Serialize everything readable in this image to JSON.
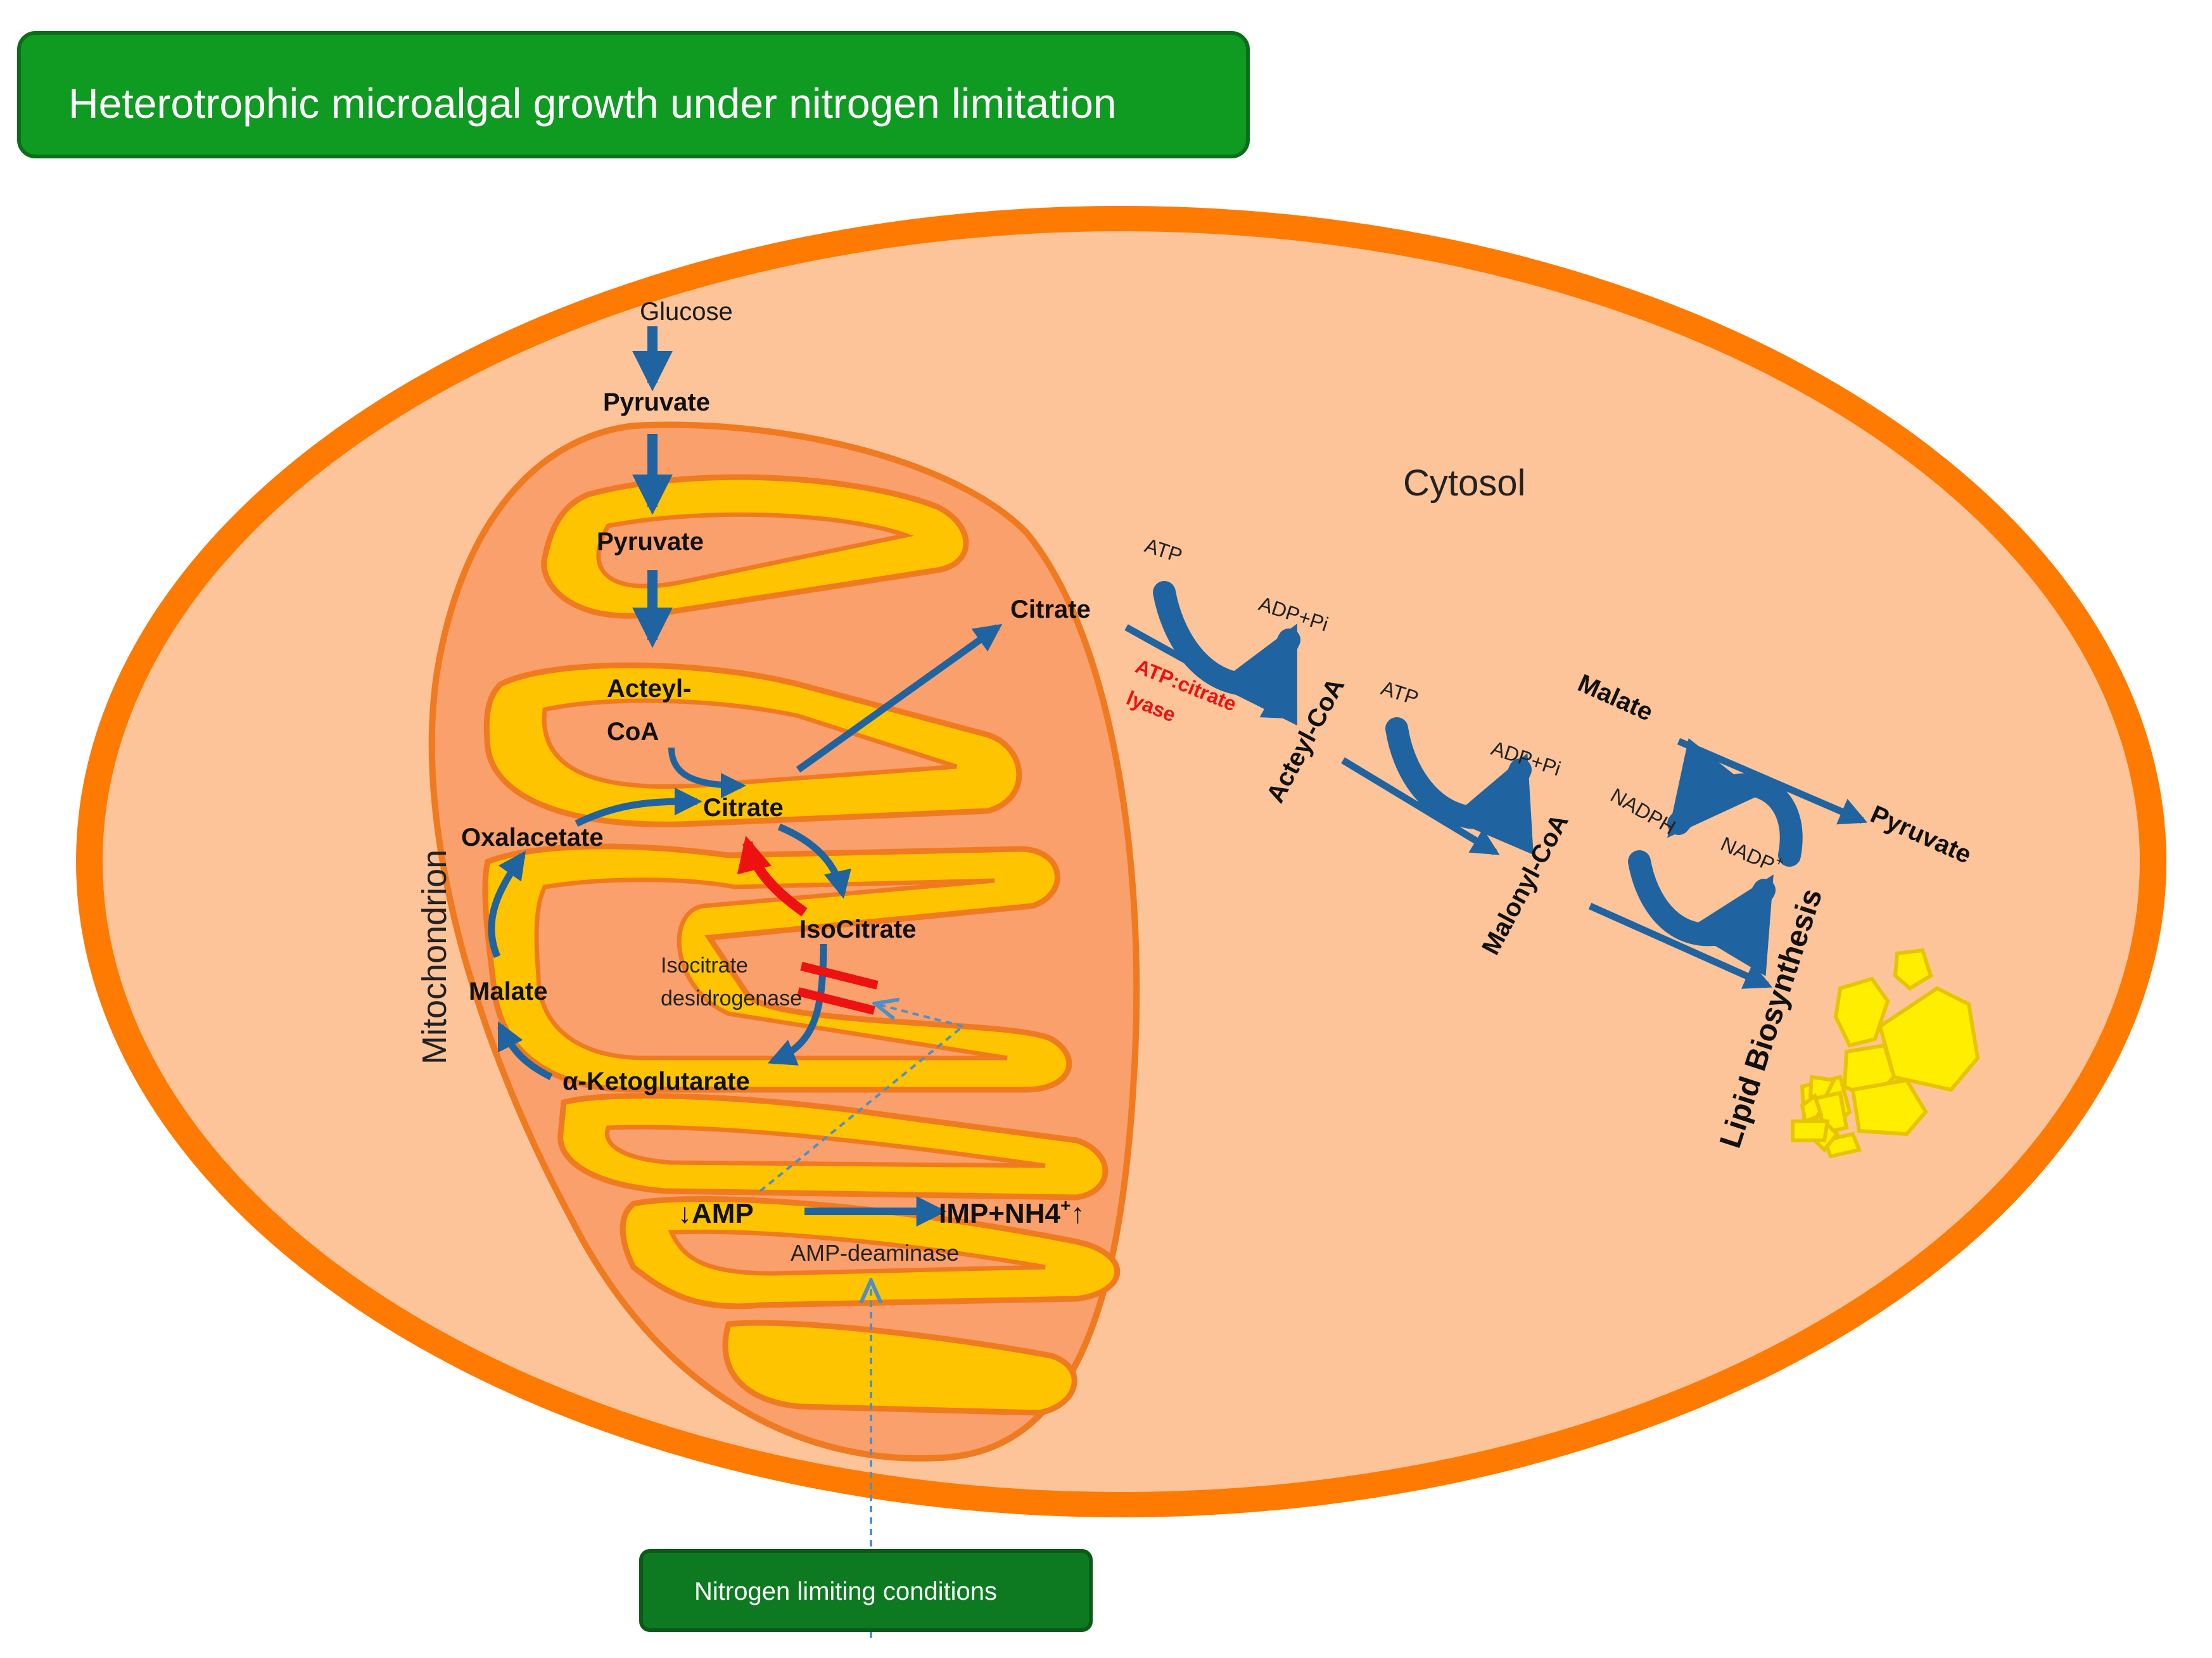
{
  "title": "Heterotrophic microalgal growth under nitrogen limitation",
  "footer_box": "Nitrogen limiting conditions",
  "compartments": {
    "cytosol": "Cytosol",
    "mitochondrion": "Mitochondrion"
  },
  "mito_labels": {
    "glucose": "Glucose",
    "pyruvate_outer": "Pyruvate",
    "pyruvate_inner": "Pyruvate",
    "acetyl_line1": "Acteyl-",
    "acetyl_line2": "CoA",
    "citrate": "Citrate",
    "oxalacetate": "Oxalacetate",
    "malate": "Malate",
    "isocitrate": "IsoCitrate",
    "idh_line1": "Isocitrate",
    "idh_line2": "desidrogenase",
    "ketoglutarate": "α-Ketoglutarate",
    "amp": "↓AMP",
    "imp": "IMP+NH4",
    "imp_sup": "+",
    "imp_up": "↑",
    "amp_deaminase": "AMP-deaminase"
  },
  "cyto_labels": {
    "citrate": "Citrate",
    "atp1": "ATP",
    "adp1": "ADP+Pi",
    "acl_line1": "ATP:citrate",
    "acl_line2": "lyase",
    "acetyl_coa": "Acteyl-CoA",
    "atp2": "ATP",
    "adp2": "ADP+Pi",
    "malonyl_coa": "Malonyl-CoA",
    "malate": "Malate",
    "pyruvate": "Pyruvate",
    "nadph": "NADPH",
    "nadp": "NADP",
    "nadp_sup": "+",
    "lipid": "Lipid Biosynthesis"
  },
  "colors": {
    "title_box": "#0f9a22",
    "footer_box": "#0d7a22",
    "cell_outer": "#ff7a00",
    "cytosol": "#fdc49a",
    "mito_matrix": "#f9a06c",
    "cristae": "#ffc400",
    "arrow_blue": "#1f64a0",
    "arrow_red": "#ee1111",
    "lipid": "#ffee00"
  }
}
